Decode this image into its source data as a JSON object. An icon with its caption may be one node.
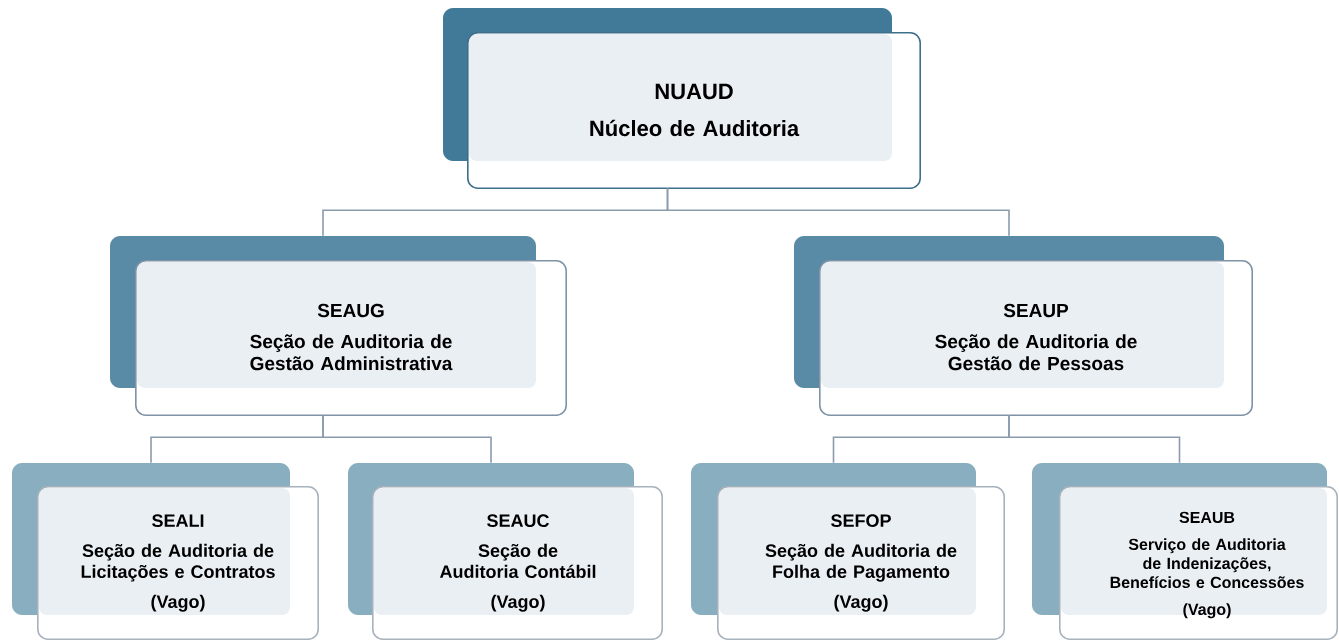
{
  "diagram": {
    "nodes": [
      {
        "text": [
          "NUAUD",
          "Núcleo de Auditoria"
        ]
      },
      {
        "text": [
          "SEAUG",
          "Seção de Auditoria de Gestão Administrativa"
        ]
      },
      {
        "text": [
          "SEAUP",
          "Seção de Auditoria de Gestão de Pessoas"
        ]
      },
      {
        "text": [
          "SEALI",
          "Seção de Auditoria de Licitações e Contratos",
          "(Vago)"
        ]
      },
      {
        "text": [
          "SEAUC",
          "Seção de Auditoria Contábil",
          "(Vago)"
        ]
      },
      {
        "text": [
          "SEFOP",
          "Seção de Auditoria de Folha de Pagamento",
          "(Vago)"
        ]
      },
      {
        "text": [
          "SEAUB",
          "Serviço de Auditoria de Indenizações, Benefícios e Concessões",
          "(Vago)"
        ]
      }
    ],
    "edges": [
      {
        "from": 0,
        "to": 1,
        "arrow": "none"
      },
      {
        "from": 0,
        "to": 2,
        "arrow": "none"
      },
      {
        "from": 1,
        "to": 3,
        "arrow": "none"
      },
      {
        "from": 1,
        "to": 4,
        "arrow": "none"
      },
      {
        "from": 2,
        "to": 5,
        "arrow": "none"
      },
      {
        "from": 2,
        "to": 6,
        "arrow": "none"
      }
    ]
  }
}
